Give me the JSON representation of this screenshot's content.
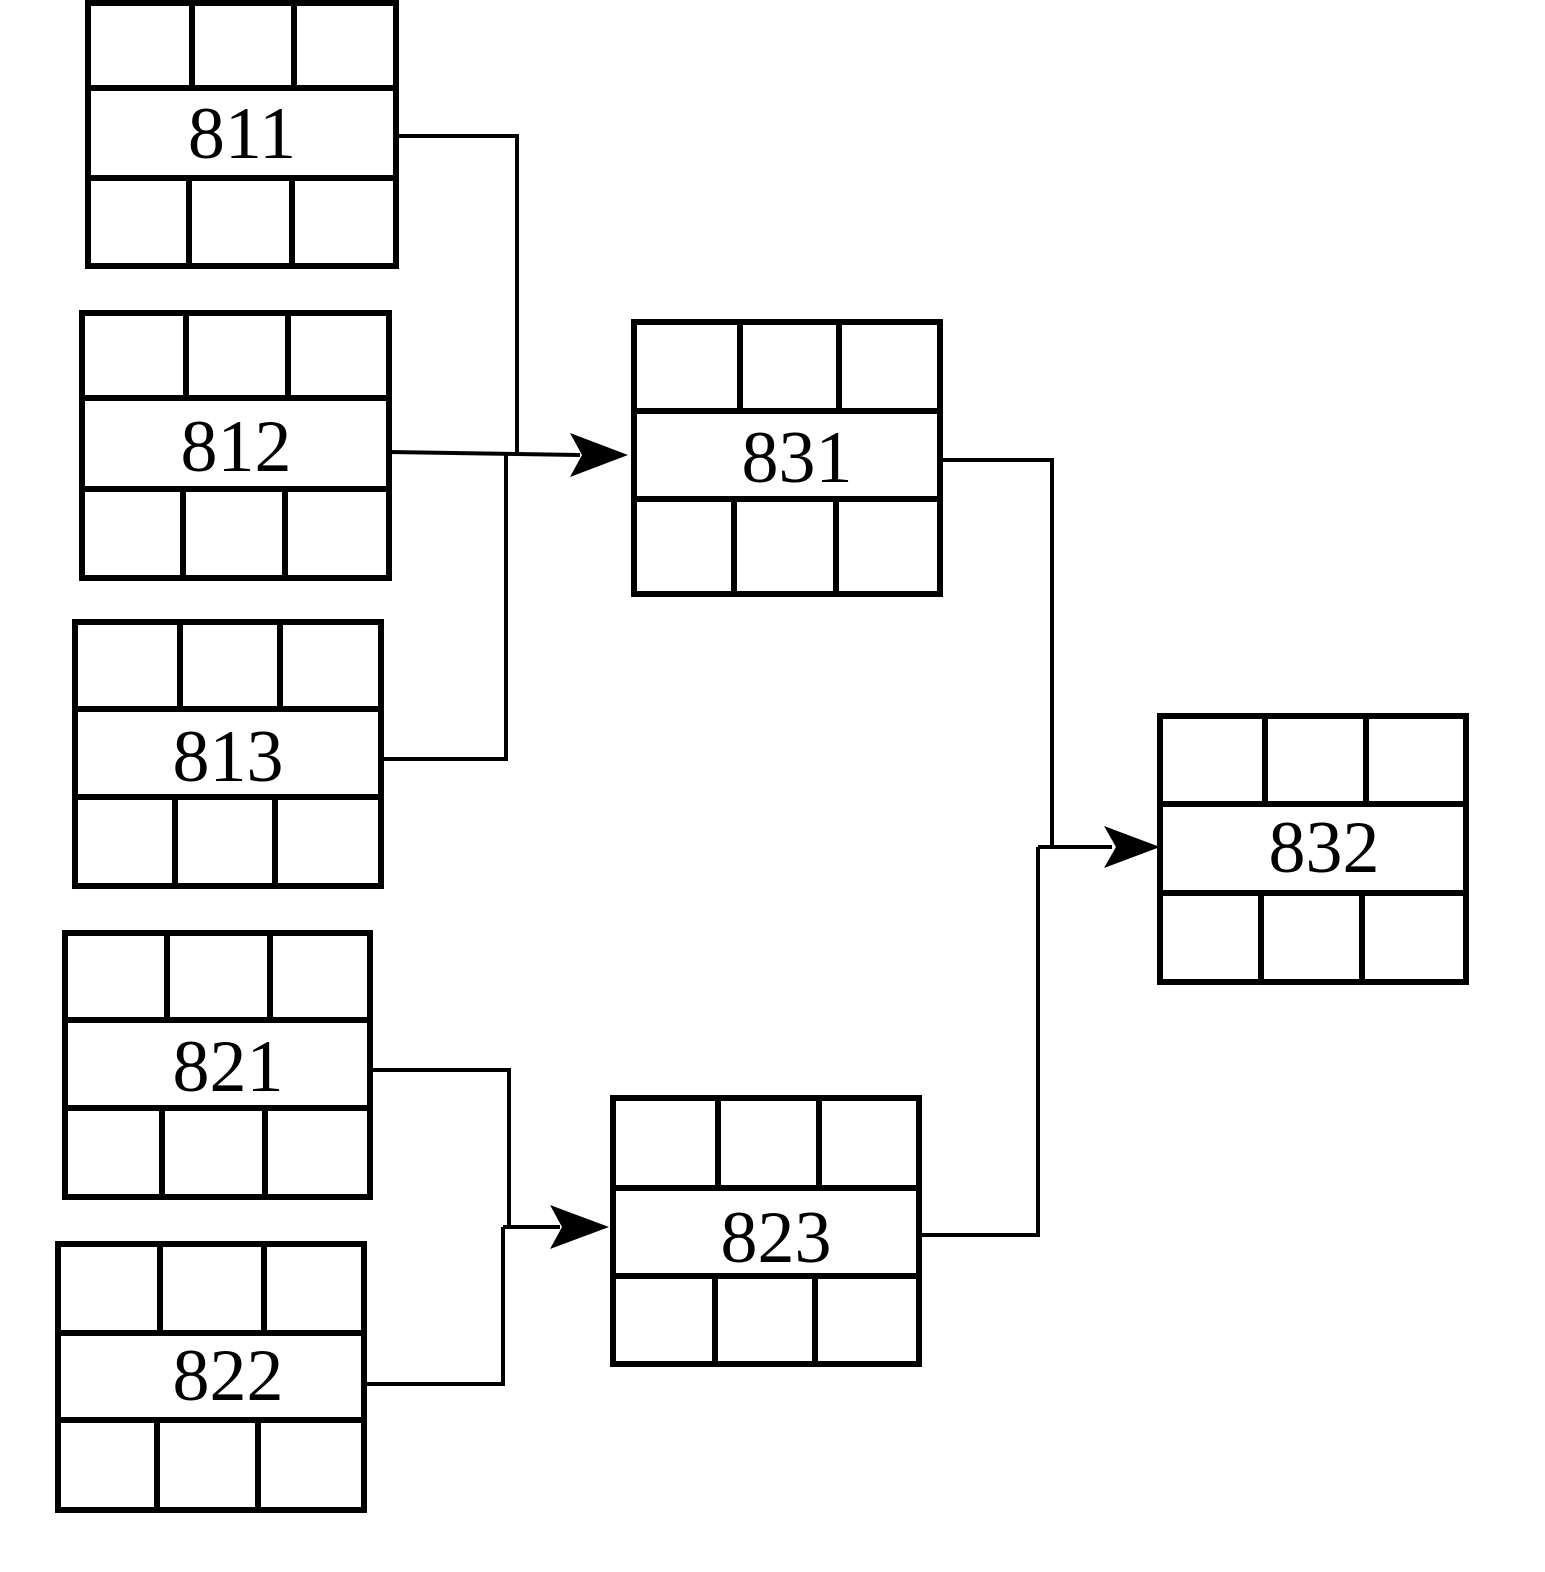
{
  "diagram": {
    "blocks": [
      {
        "id": "811",
        "label": "811"
      },
      {
        "id": "812",
        "label": "812"
      },
      {
        "id": "813",
        "label": "813"
      },
      {
        "id": "821",
        "label": "821"
      },
      {
        "id": "822",
        "label": "822"
      },
      {
        "id": "831",
        "label": "831"
      },
      {
        "id": "823",
        "label": "823"
      },
      {
        "id": "832",
        "label": "832"
      }
    ],
    "connections": [
      {
        "from": [
          "811",
          "812",
          "813"
        ],
        "to": "831"
      },
      {
        "from": [
          "821",
          "822"
        ],
        "to": "823"
      },
      {
        "from": [
          "831",
          "823"
        ],
        "to": "832"
      }
    ]
  }
}
